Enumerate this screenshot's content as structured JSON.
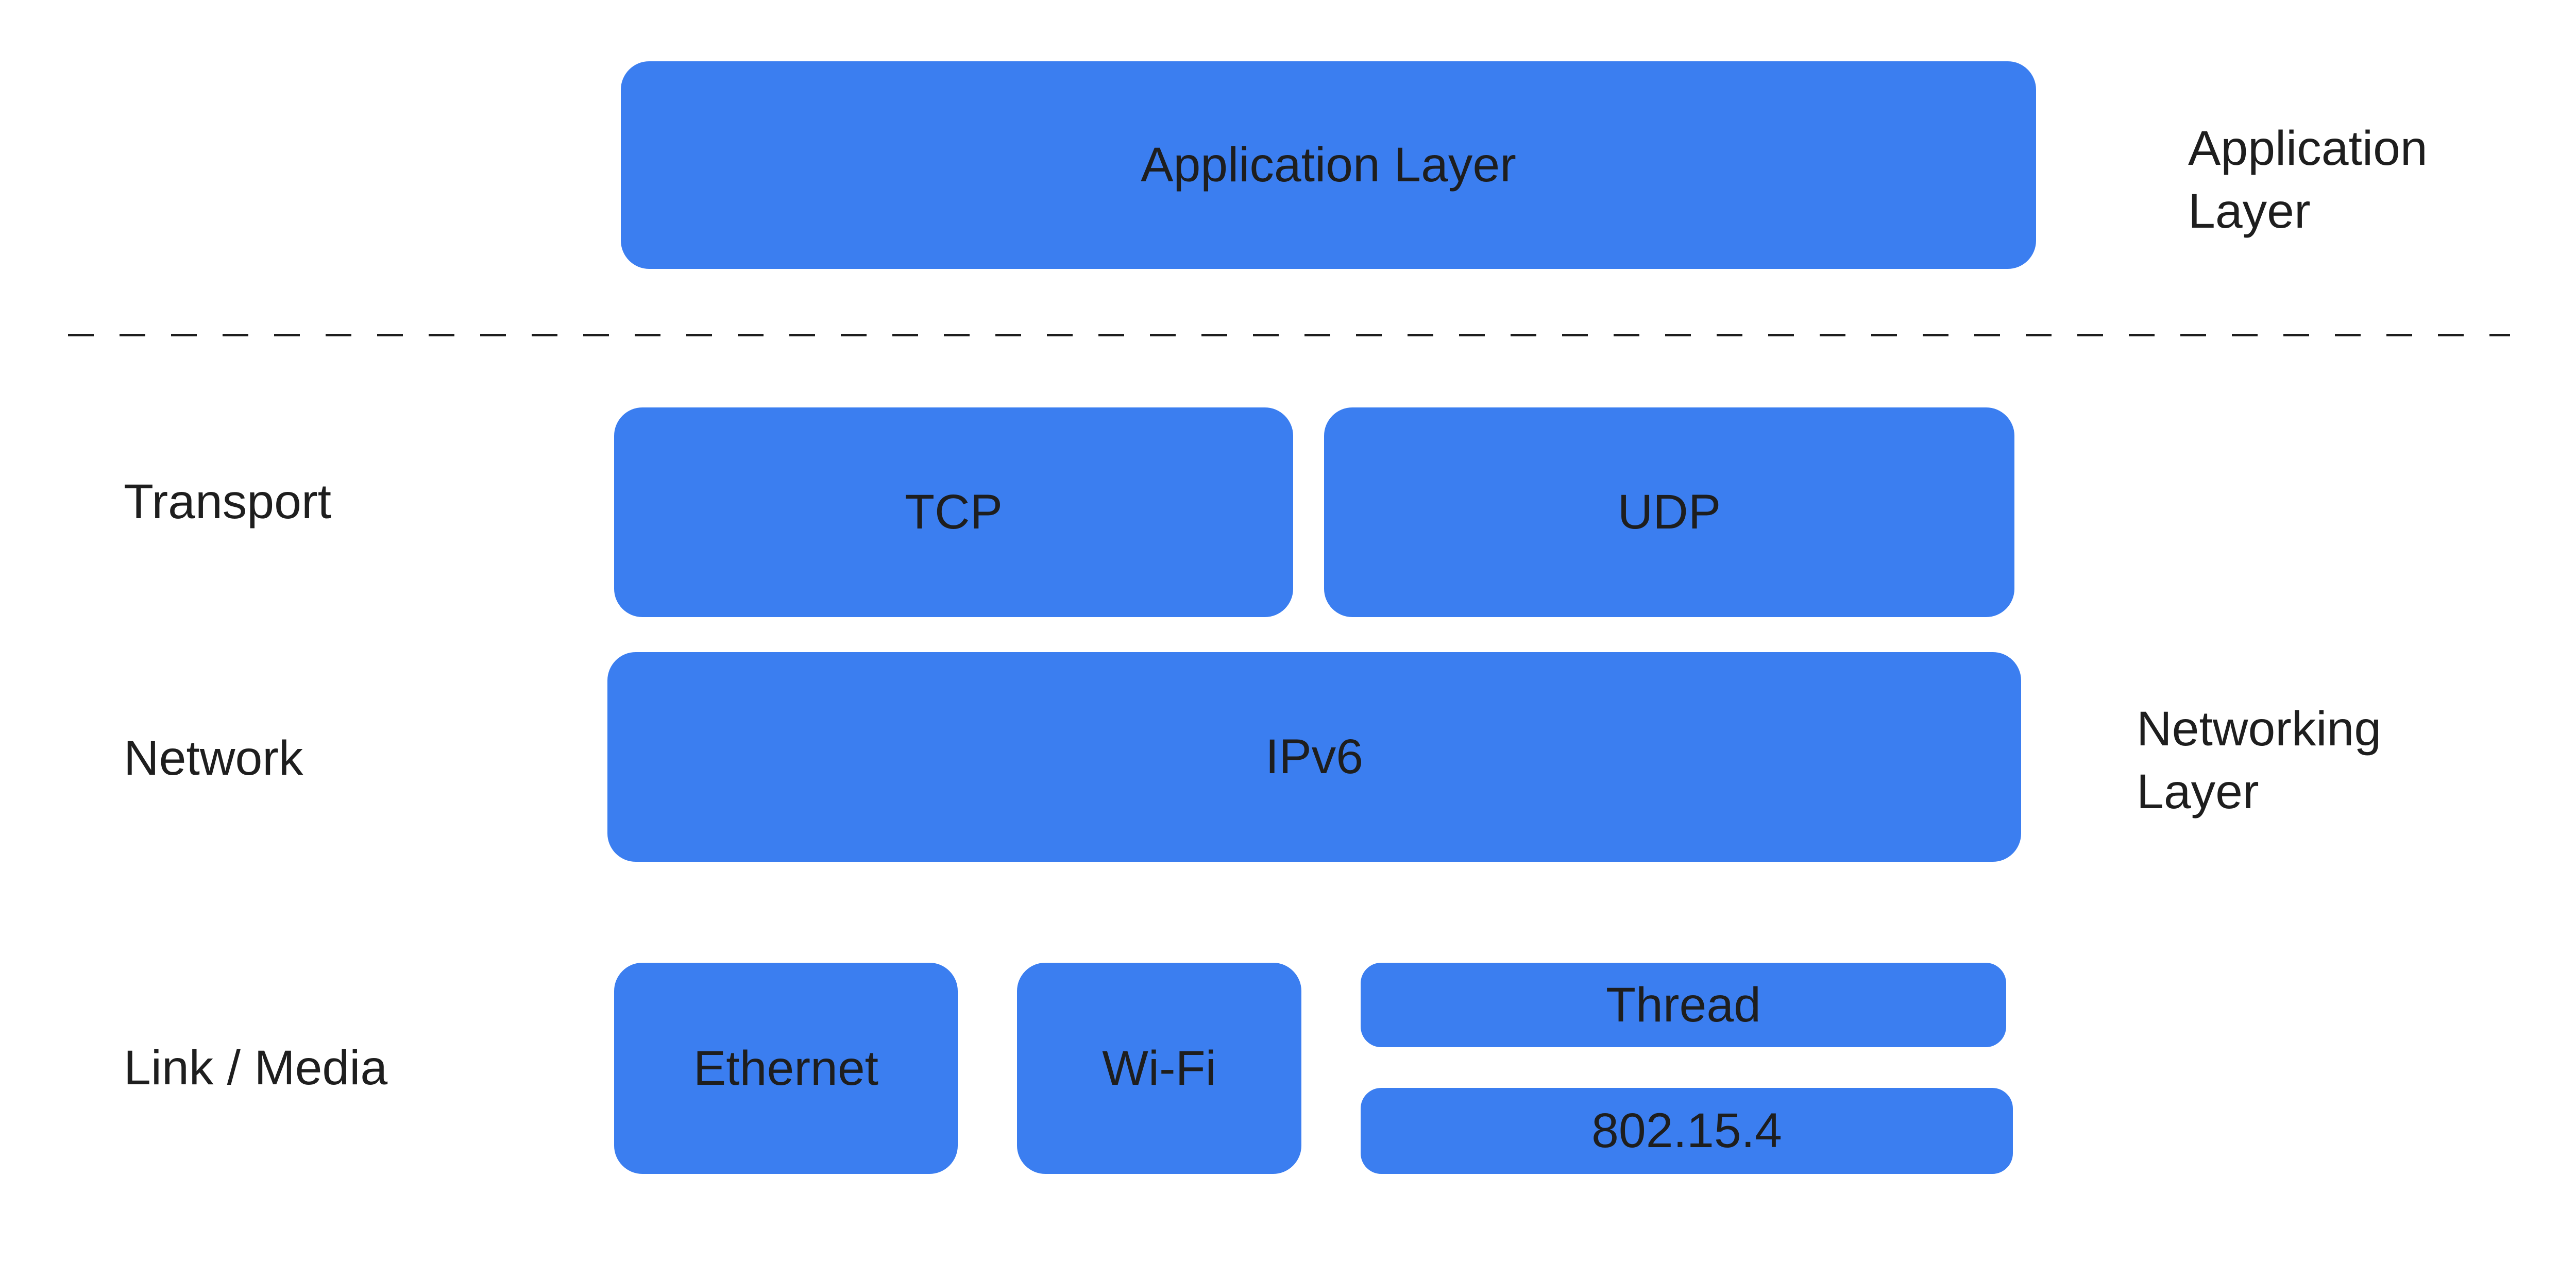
{
  "colors": {
    "box_fill": "#3B7EF0",
    "ink": "#1E1E1E",
    "background": "#FFFFFF"
  },
  "layers": {
    "application": {
      "box_label": "Application Layer"
    },
    "transport": {
      "row_label": "Transport",
      "boxes": [
        "TCP",
        "UDP"
      ]
    },
    "network": {
      "row_label": "Network",
      "box_label": "IPv6"
    },
    "link": {
      "row_label": "Link / Media",
      "boxes": [
        "Ethernet",
        "Wi-Fi",
        "Thread",
        "802.15.4"
      ]
    }
  },
  "side_annotations": {
    "application": {
      "line1": "Application",
      "line2": "Layer"
    },
    "networking": {
      "line1": "Networking",
      "line2": "Layer"
    }
  }
}
